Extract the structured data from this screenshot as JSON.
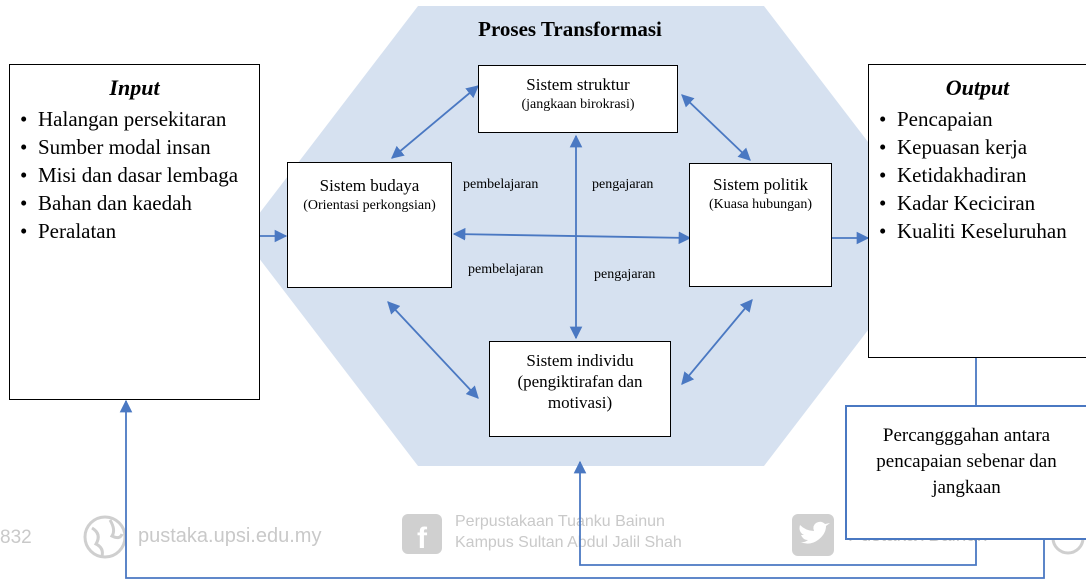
{
  "title": "Proses Transformasi",
  "input": {
    "title": "Input",
    "items": [
      "Halangan persekitaran",
      "Sumber modal insan",
      "Misi dan dasar lembaga",
      "Bahan dan kaedah",
      "Peralatan"
    ]
  },
  "output": {
    "title": "Output",
    "items": [
      "Pencapaian",
      "Kepuasan kerja",
      "Ketidakhadiran",
      "Kadar Keciciran",
      "Kualiti Keseluruhan"
    ]
  },
  "systems": {
    "structure": {
      "title": "Sistem struktur",
      "subtitle": "(jangkaan birokrasi)"
    },
    "culture": {
      "title": "Sistem budaya",
      "subtitle": "(Orientasi perkongsian)"
    },
    "politics": {
      "title": "Sistem politik",
      "subtitle": "(Kuasa hubungan)"
    },
    "individual": {
      "title": "Sistem individu",
      "subtitle": "(pengiktirafan dan motivasi)"
    }
  },
  "labels": {
    "learning_top": "pembelajaran",
    "teaching_top": "pengajaran",
    "learning_bottom": "pembelajaran",
    "teaching_bottom": "pengajaran"
  },
  "discrepancy": "Percangggahan antara pencapaian sebenar dan jangkaan",
  "watermark": {
    "page_fragment": "832",
    "site": "pustaka.upsi.edu.my",
    "library_line1": "Perpustakaan Tuanku Bainun",
    "library_line2": "Kampus Sultan Abdul Jalil Shah",
    "social": "PustakaTBainun"
  },
  "colors": {
    "hexagon_fill": "#d6e1f0",
    "arrow": "#4a78c2",
    "box_border": "#000000",
    "discrepancy_border": "#4a78c2"
  }
}
